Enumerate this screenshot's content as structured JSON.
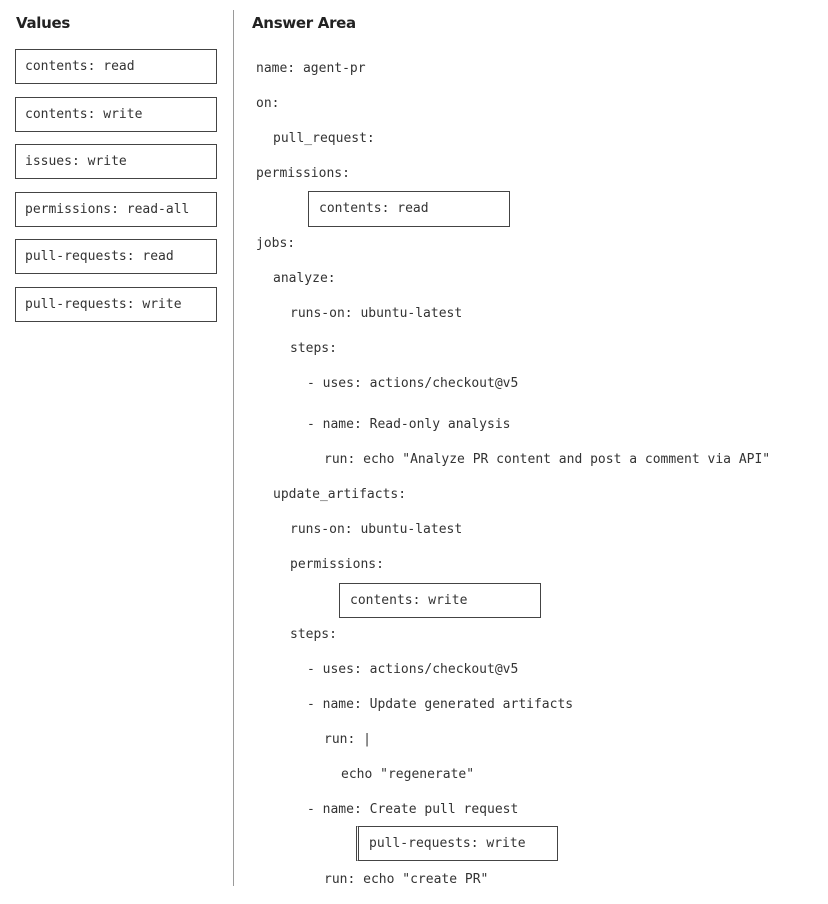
{
  "values_panel": {
    "heading": "Values",
    "items": [
      "contents: read",
      "contents: write",
      "issues: write",
      "permissions: read-all",
      "pull-requests: read",
      "pull-requests: write"
    ]
  },
  "answer_area": {
    "heading": "Answer Area",
    "lines": {
      "name": "name: agent-pr",
      "on": "on:",
      "pull_request": "pull_request:",
      "permissions": "permissions:",
      "jobs": "jobs:",
      "analyze": "analyze:",
      "analyze_runs_on": "runs-on: ubuntu-latest",
      "analyze_steps": "steps:",
      "analyze_checkout": "- uses: actions/checkout@v5",
      "analyze_step_name": "- name: Read-only analysis",
      "analyze_run": "run: echo \"Analyze PR content and post a comment via API\"",
      "update_artifacts": "update_artifacts:",
      "update_runs_on": "runs-on: ubuntu-latest",
      "update_permissions": "permissions:",
      "update_steps": "steps:",
      "update_checkout": "- uses: actions/checkout@v5",
      "update_step_name": "- name: Update generated artifacts",
      "update_run": "run: |",
      "update_echo": "echo \"regenerate\"",
      "create_pr_name": "- name: Create pull request",
      "create_pr_run": "run: echo \"create PR\""
    },
    "drop_zones": {
      "workflow_permissions": "contents: read",
      "update_job_permissions": "contents: write",
      "create_pr_permissions": "pull-requests: write"
    }
  }
}
